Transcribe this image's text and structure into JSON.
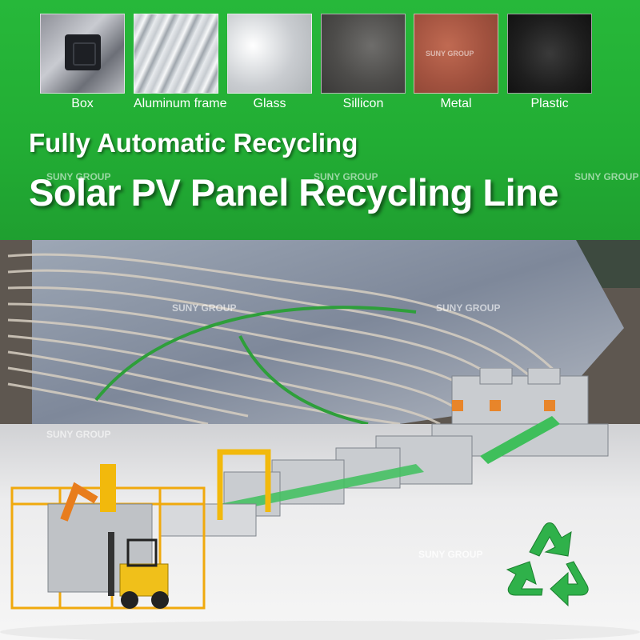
{
  "materials": [
    {
      "label": "Box"
    },
    {
      "label": "Aluminum frame"
    },
    {
      "label": "Glass"
    },
    {
      "label": "Sillicon"
    },
    {
      "label": "Metal"
    },
    {
      "label": "Plastic"
    }
  ],
  "headline": {
    "subtitle": "Fully Automatic Recycling",
    "title": "Solar PV Panel Recycling Line"
  },
  "watermark": "SUNY GROUP",
  "colors": {
    "header_green": "#22ad34",
    "recycle_green": "#2fb14a",
    "text_white": "#ffffff"
  },
  "icons": {
    "recycle": "recycle-icon"
  }
}
